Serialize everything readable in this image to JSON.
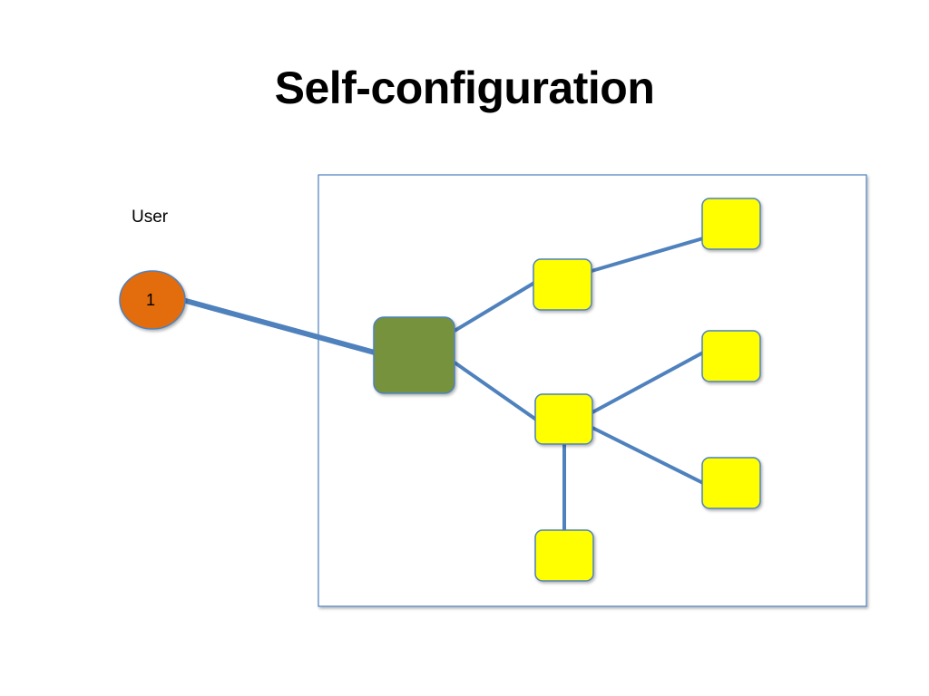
{
  "slide": {
    "title": "Self-configuration"
  },
  "user": {
    "label": "User",
    "number": "1"
  },
  "colors": {
    "network_border": "#4f81bd",
    "link": "#4f81bd",
    "hub_fill": "#76923c",
    "hub_stroke": "#4f81bd",
    "device_fill": "#ffff00",
    "device_stroke": "#4f81bd",
    "user_fill": "#e36c09",
    "user_stroke": "#4f81bd"
  }
}
